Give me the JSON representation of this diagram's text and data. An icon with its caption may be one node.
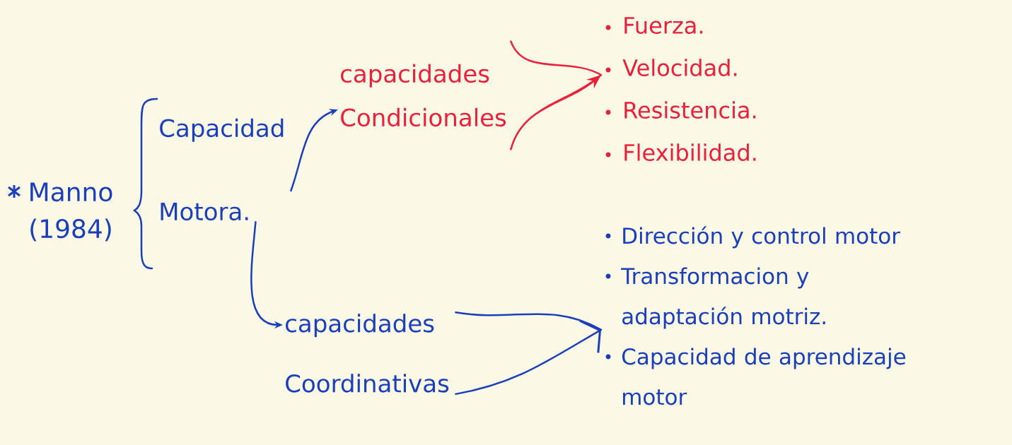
{
  "diagram": {
    "nodes": [
      {
        "text": [
          "Manno (1984)"
        ]
      },
      {
        "text": [
          "Capacidad Motora."
        ]
      },
      {
        "text": [
          "capacidades Condicionales"
        ]
      },
      {
        "text": [
          "Fuerza.",
          "Velocidad.",
          "Resistencia.",
          "Flexibilidad."
        ]
      },
      {
        "text": [
          "capacidades Coordinativas"
        ]
      },
      {
        "text": [
          "Dirección y control motor",
          "Transformacion y adaptación motriz.",
          "Capacidad de aprendizaje motor"
        ]
      }
    ],
    "edges": [
      {
        "from": 1,
        "to": 2,
        "arrow": "to"
      },
      {
        "from": 1,
        "to": 4,
        "arrow": "to"
      },
      {
        "from": 2,
        "to": 3,
        "arrow": "to",
        "color": "#e8203a"
      },
      {
        "from": 4,
        "to": 5,
        "arrow": "to"
      }
    ]
  }
}
